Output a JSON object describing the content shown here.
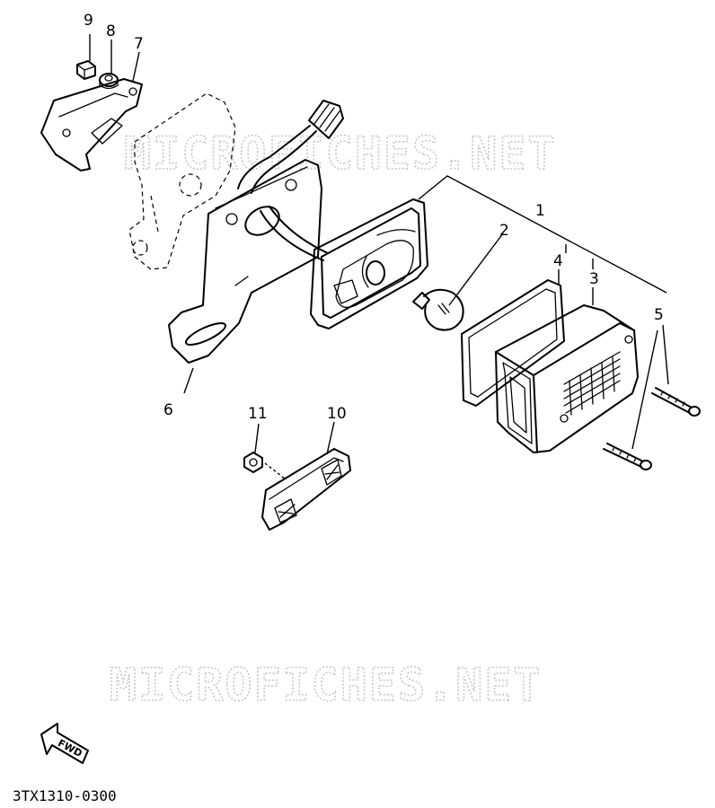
{
  "watermark": {
    "top": "MICROFICHES.NET",
    "bottom": "MICROFICHES.NET"
  },
  "callouts": {
    "c1": "1",
    "c2": "2",
    "c3": "3",
    "c4": "4",
    "c5": "5",
    "c6": "6",
    "c7": "7",
    "c8": "8",
    "c9": "9",
    "c10": "10",
    "c11": "11"
  },
  "fwd_label": "FWD",
  "diagram_code": "3TX1310-0300"
}
